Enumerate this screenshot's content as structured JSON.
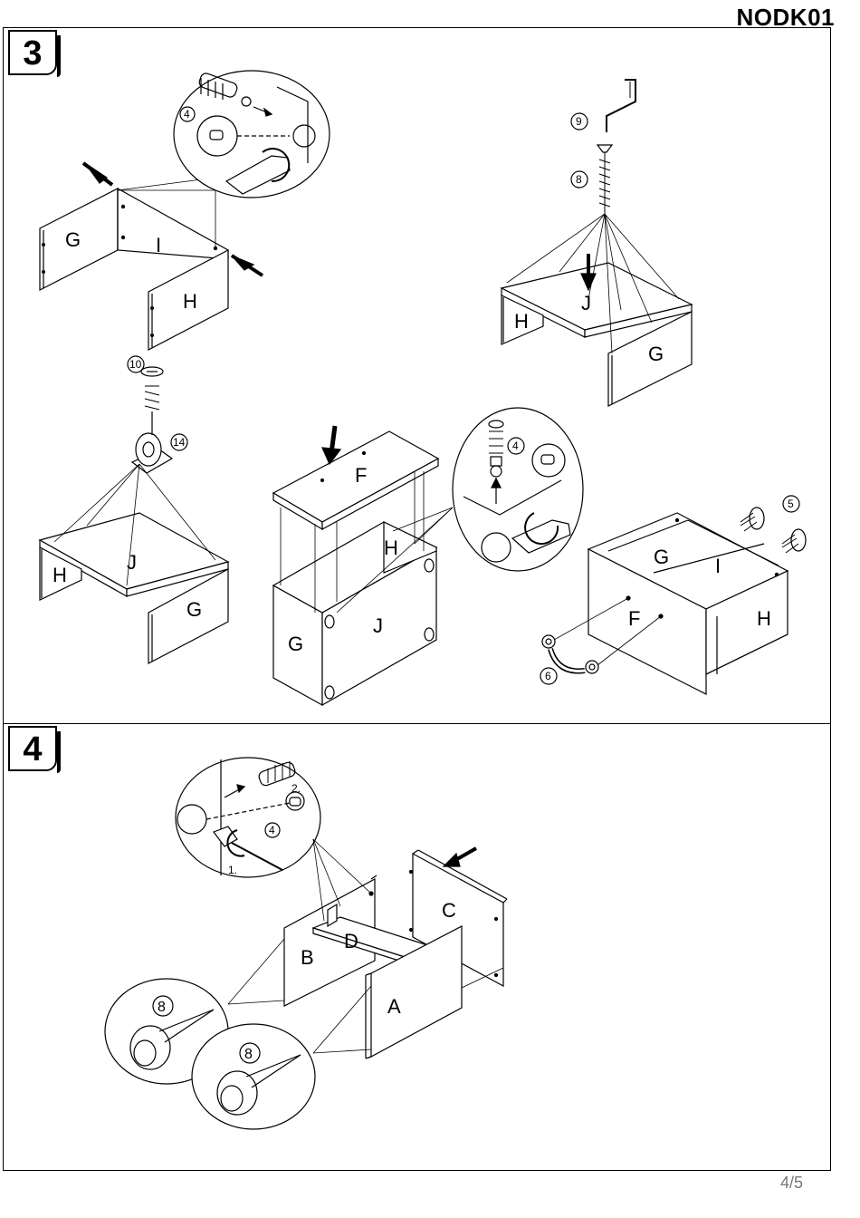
{
  "document": {
    "code": "NODK01",
    "page": "4/5"
  },
  "step3": {
    "number": "3",
    "panel_labels": {
      "G": "G",
      "H": "H",
      "I": "I",
      "J": "J",
      "F": "F"
    },
    "part_numbers": {
      "p4": "4",
      "p5": "5",
      "p6": "6",
      "p8": "8",
      "p9": "9",
      "p10": "10",
      "p14": "14"
    }
  },
  "step4": {
    "number": "4",
    "panel_labels": {
      "A": "A",
      "B": "B",
      "C": "C",
      "D": "D"
    },
    "part_numbers": {
      "p2": "2",
      "p4": "4",
      "p8": "8"
    },
    "order_marks": {
      "first": "1.",
      "second": "2."
    }
  }
}
